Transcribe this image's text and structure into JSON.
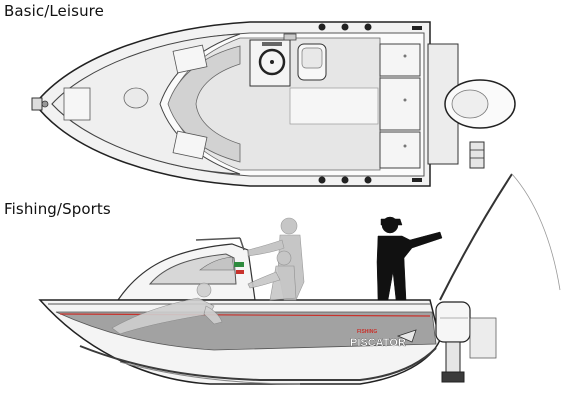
{
  "sections": {
    "top": {
      "label": "Basic/Leisure"
    },
    "bottom": {
      "label": "Fishing/Sports"
    }
  },
  "boat": {
    "brand_small": "FISHING",
    "brand_name": "PISCATOR",
    "stripe_color": "#a2a2a2",
    "hull_dark": "#3b3b3b",
    "accent_red": "#c8322c",
    "accent_green": "#2e8b3e"
  }
}
